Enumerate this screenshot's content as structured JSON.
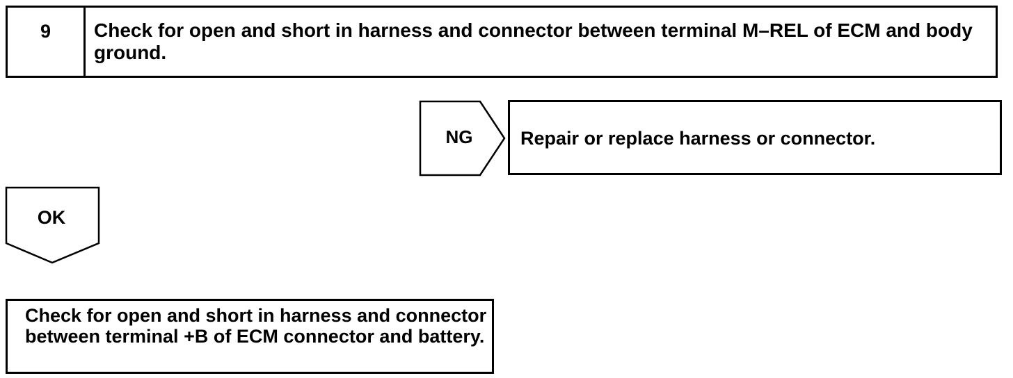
{
  "step": {
    "number": "9",
    "title": "Check for open and short in harness and connector between terminal M–REL of ECM and body ground."
  },
  "ng_branch": {
    "label": "NG",
    "action": "Repair or replace harness or connector."
  },
  "ok_branch": {
    "label": "OK"
  },
  "next_step": {
    "text": "Check for open and short in harness and connector between terminal +B of ECM connector and battery."
  }
}
